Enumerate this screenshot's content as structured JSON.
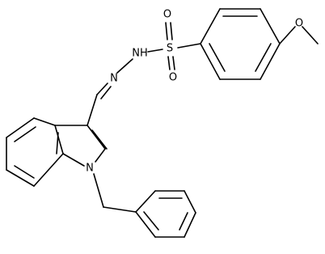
{
  "atoms": {
    "O1": "O",
    "O2": "O",
    "S": "S",
    "O3": "O",
    "NH": "NH",
    "HN": "N",
    "N_ind": "N"
  }
}
